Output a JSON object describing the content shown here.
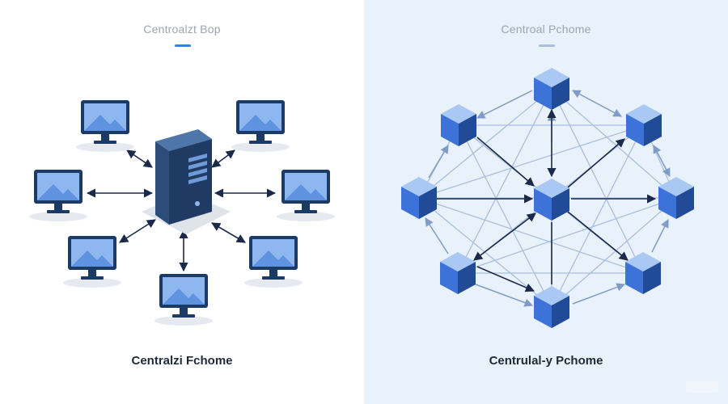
{
  "left_panel": {
    "top_title": "Centroalzt Bop",
    "bottom_title": "Centralzi Fchome",
    "accent_color": "#2f86e8"
  },
  "right_panel": {
    "top_title": "Centroal Pchome",
    "bottom_title": "Centrulal-y Pchome",
    "accent_color": "#a8bfdc"
  },
  "colors": {
    "arrow": "#1b2a4a",
    "server": "#1f3b64",
    "monitor_screen": "#8fb7ef",
    "monitor_frame": "#1b3a66",
    "cube_front": "#3d73d9",
    "cube_top": "#a9c8f4",
    "cube_side": "#214a97",
    "mesh_line": "#9fb7d6"
  },
  "icons": [
    "server-icon",
    "monitor-icon",
    "cube-icon"
  ]
}
